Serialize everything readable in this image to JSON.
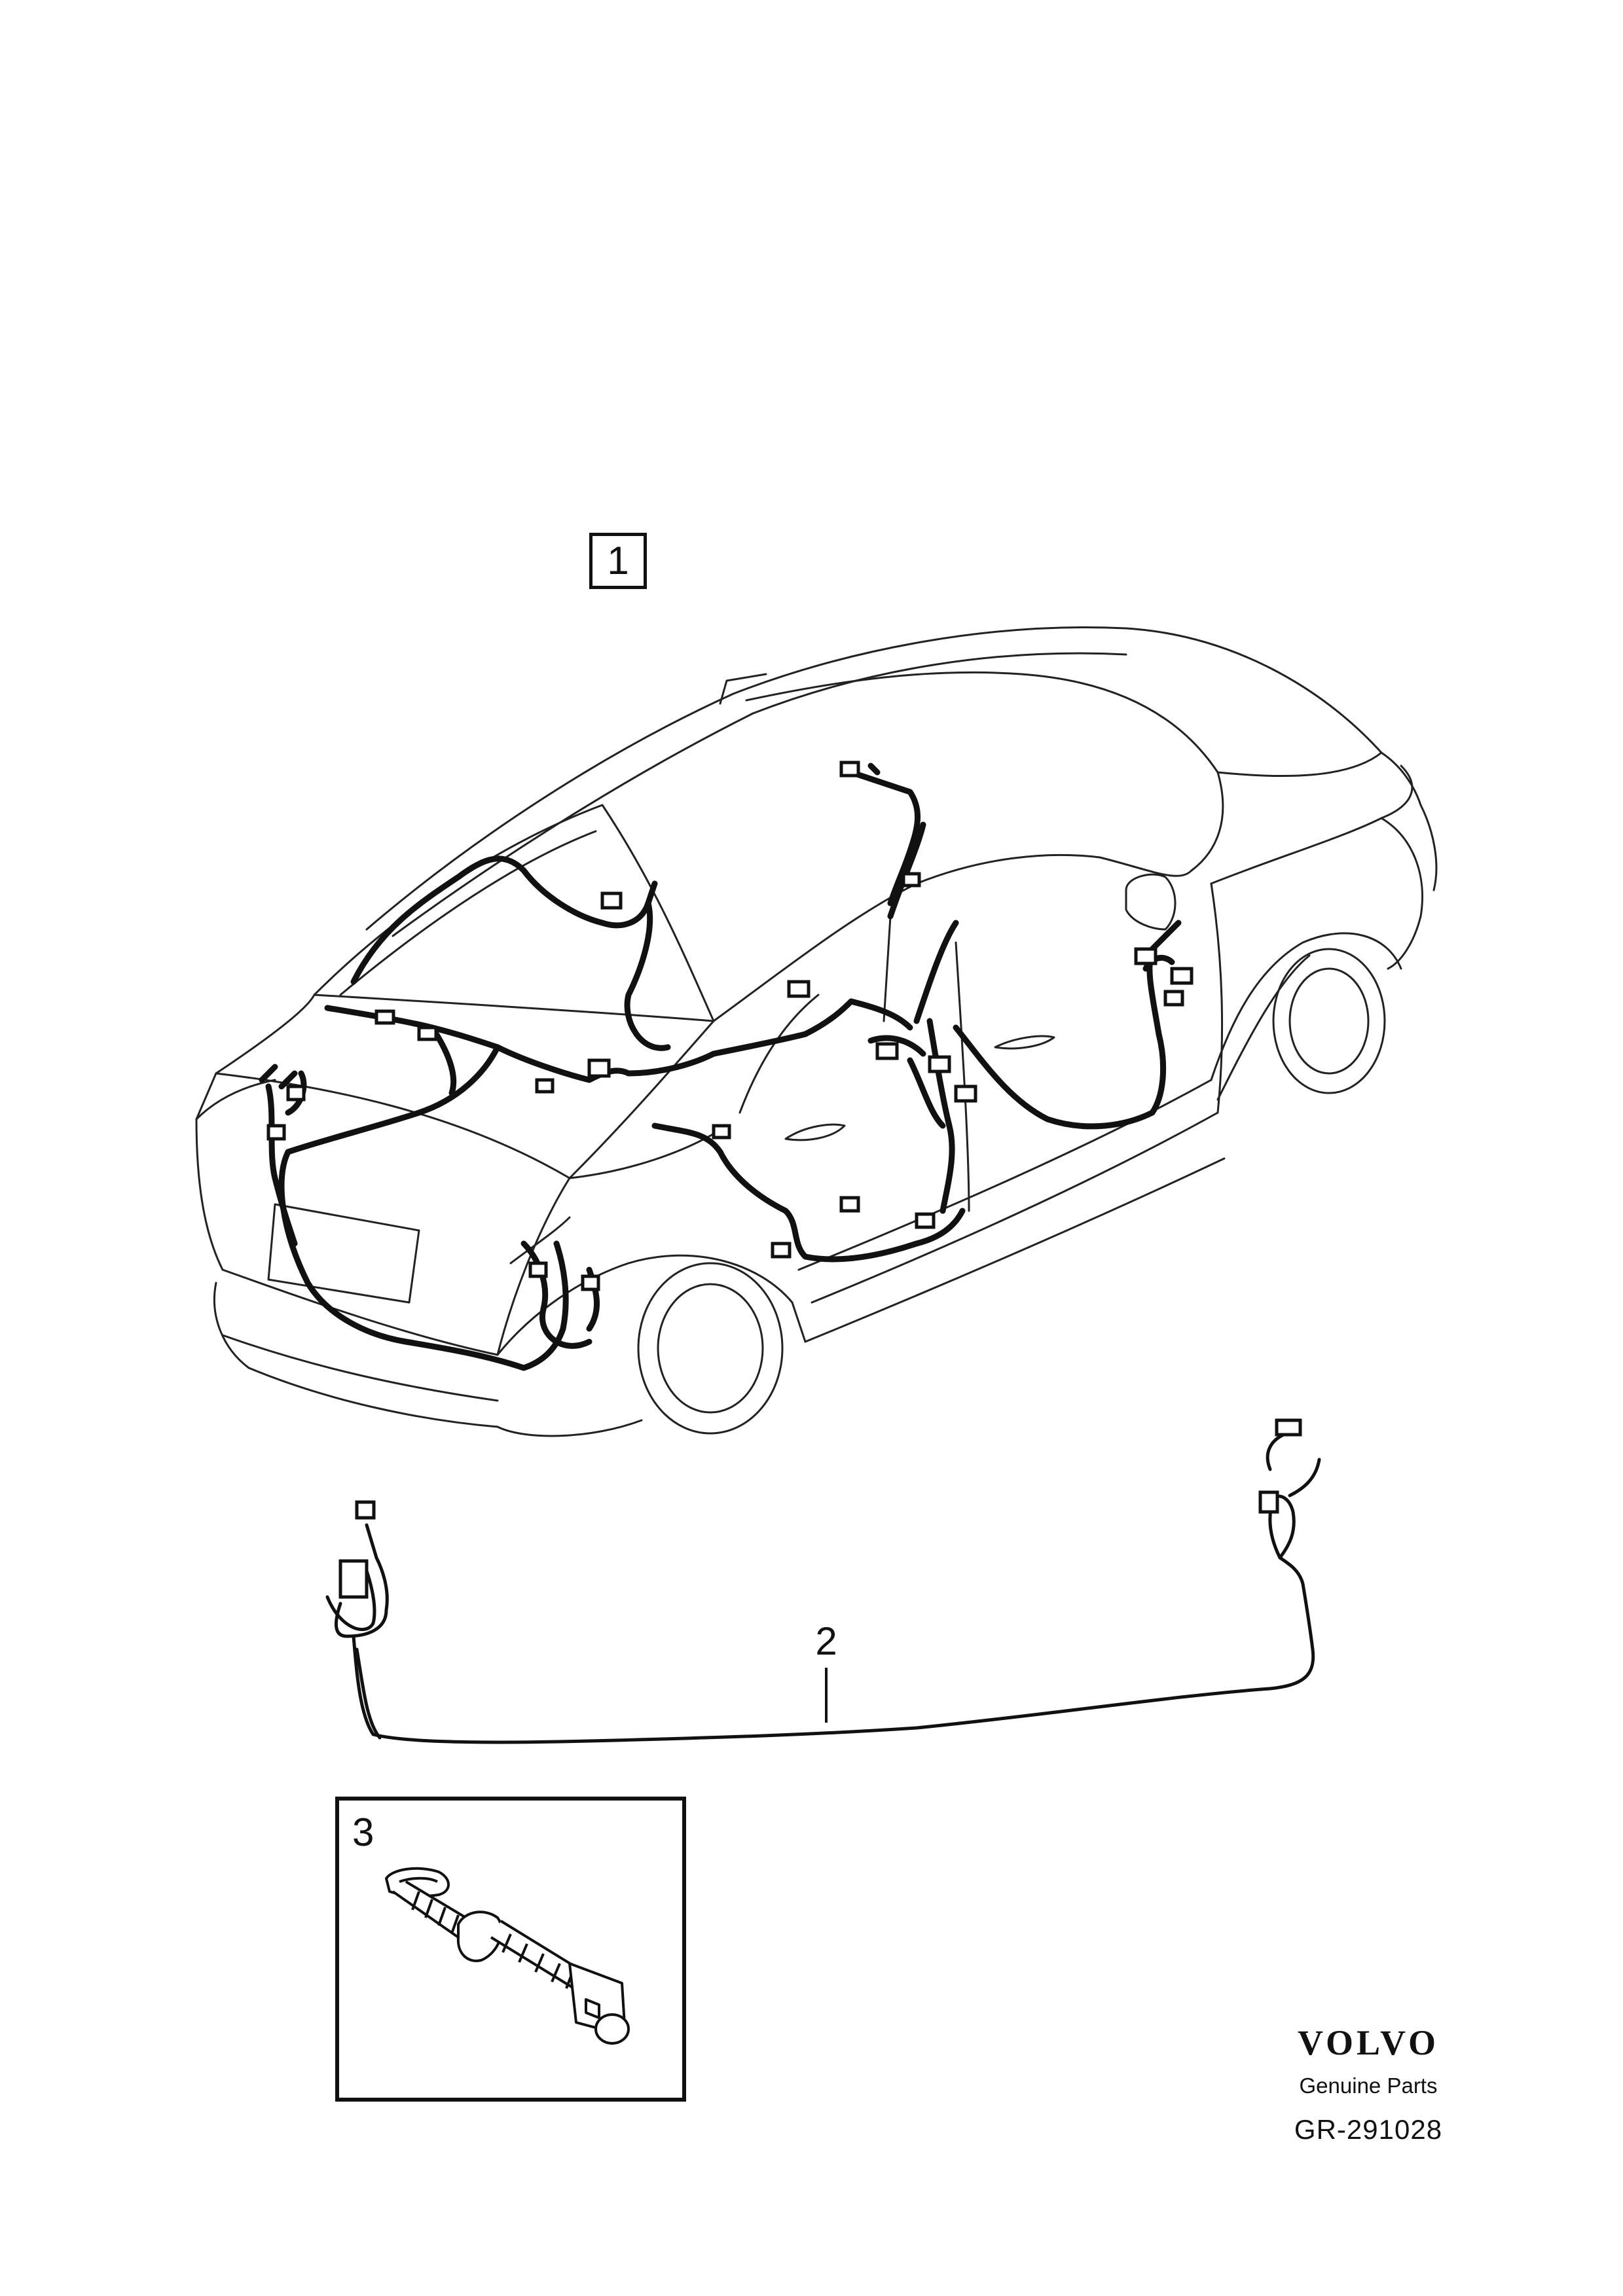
{
  "callouts": {
    "item1": "1",
    "item2": "2",
    "item3": "3"
  },
  "brand": {
    "logo": "VOLVO",
    "tagline": "Genuine Parts",
    "reference": "GR-291028"
  },
  "colors": {
    "line": "#111111",
    "background": "#ffffff"
  }
}
